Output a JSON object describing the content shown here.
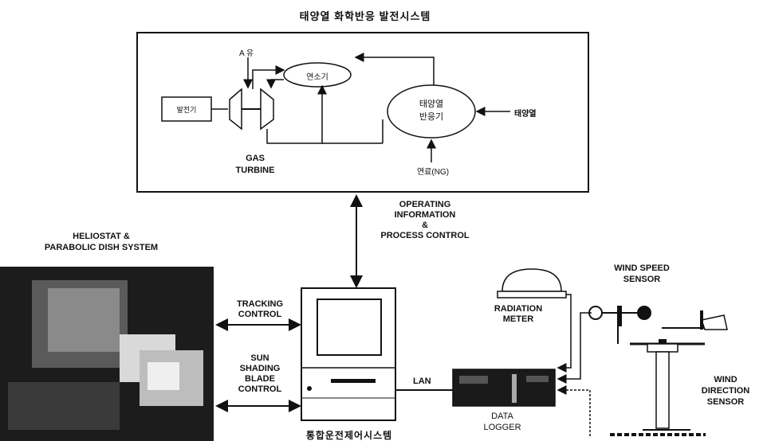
{
  "title": "태양열 화학반응 발전시스템",
  "process": {
    "air": "A 유",
    "combustor": "연소기",
    "generator": "발전기",
    "gas_turbine": "GAS\nTURBINE",
    "reactor": "태양열\n반응기",
    "solar_heat": "태양열",
    "fuel": "연료(NG)"
  },
  "operating_info": "OPERATING\nINFORMATION\n&\nPROCESS CONTROL",
  "heliostat": "HELIOSTAT &\nPARABOLIC DISH SYSTEM",
  "tracking_control": "TRACKING\nCONTROL",
  "sun_shading": "SUN\nSHADING\nBLADE\nCONTROL",
  "computer_caption": "통합운전제어시스템",
  "lan": "LAN",
  "radiation_meter": "RADIATION\nMETER",
  "data_logger": "DATA\nLOGGER",
  "wind_speed_sensor": "WIND SPEED\nSENSOR",
  "wind_direction_sensor": "WIND\nDIRECTION\nSENSOR"
}
